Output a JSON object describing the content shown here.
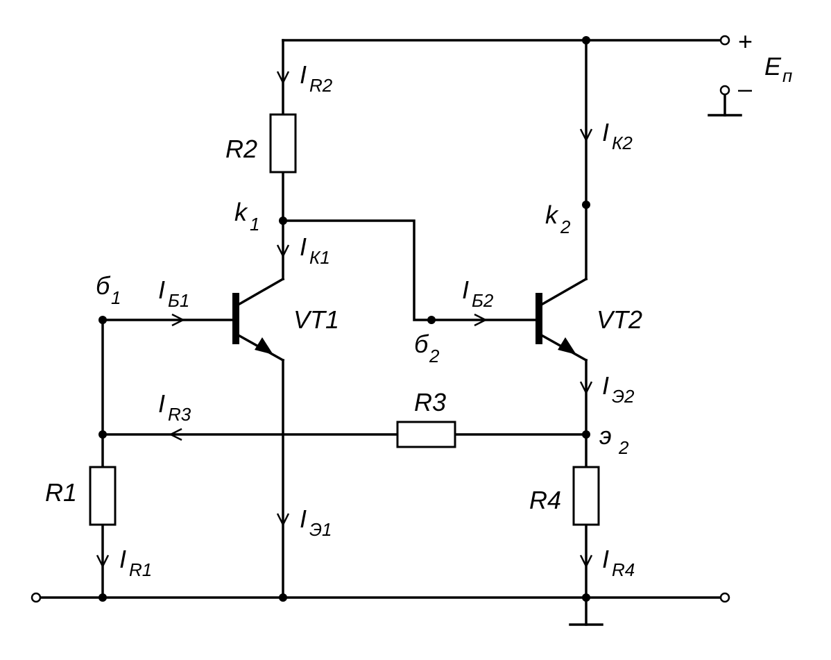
{
  "labels": {
    "supply_plus": "+",
    "supply_minus": "–",
    "supply": {
      "main": "E",
      "sub": "п"
    },
    "R1": "R1",
    "R2": "R2",
    "R3": "R3",
    "R4": "R4",
    "VT1": "VT1",
    "VT2": "VT2",
    "k1": {
      "main": "k",
      "sub": "1"
    },
    "k2": {
      "main": "k",
      "sub": "2"
    },
    "b1": {
      "main": "б",
      "sub": "1"
    },
    "b2": {
      "main": "б",
      "sub": "2"
    },
    "e2": {
      "main": "э",
      "sub": "2"
    },
    "IR1": {
      "main": "I",
      "sub": "R1"
    },
    "IR2": {
      "main": "I",
      "sub": "R2"
    },
    "IR3": {
      "main": "I",
      "sub": "R3"
    },
    "IR4": {
      "main": "I",
      "sub": "R4"
    },
    "IK1": {
      "main": "I",
      "sub": "К1"
    },
    "IK2": {
      "main": "I",
      "sub": "К2"
    },
    "IB1": {
      "main": "I",
      "sub": "Б1"
    },
    "IB2": {
      "main": "I",
      "sub": "Б2"
    },
    "IE1": {
      "main": "I",
      "sub": "Э1"
    },
    "IE2": {
      "main": "I",
      "sub": "Э2"
    }
  }
}
